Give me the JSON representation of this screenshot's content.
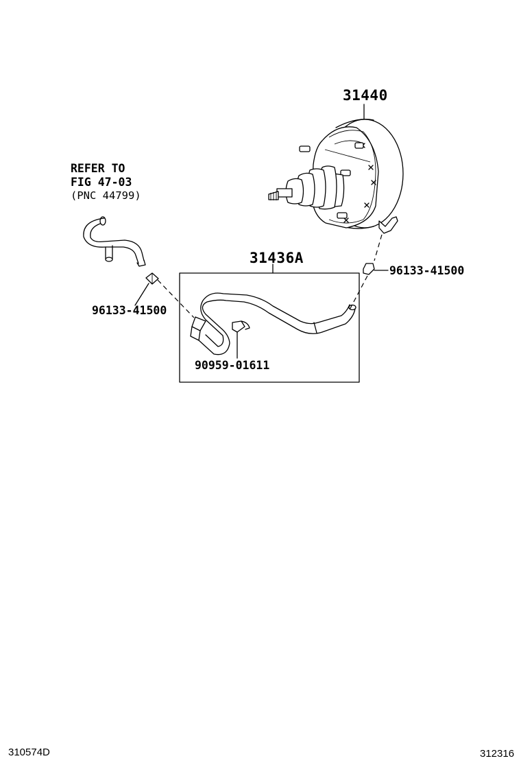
{
  "parts": {
    "brake_booster": "31440",
    "hose_assembly": "31436A",
    "hose_clamp_right": "96133-41500",
    "hose_clamp_left": "96133-41500",
    "hose_clip": "90959-01611"
  },
  "reference": {
    "line1": "REFER TO",
    "line2": "FIG 47-03",
    "line3": "(PNC 44799)"
  },
  "footer": {
    "left_code": "310574D",
    "right_code": "312316"
  }
}
